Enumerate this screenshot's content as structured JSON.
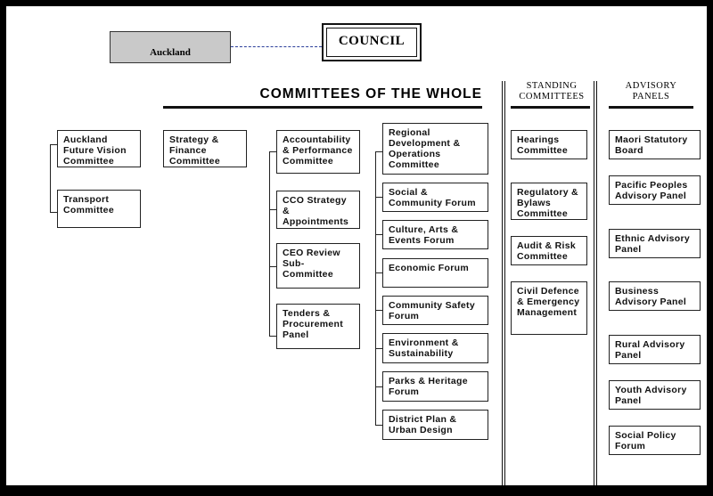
{
  "top": {
    "council": "COUNCIL",
    "auckland": "Auckland"
  },
  "headings": {
    "committees_of_the_whole": "COMMITTEES OF THE WHOLE",
    "standing_line1": "STANDING",
    "standing_line2": "COMMITTEES",
    "advisory_line1": "ADVISORY",
    "advisory_line2": "PANELS"
  },
  "group_a": [
    "Auckland Future Vision Committee",
    "Transport Committee"
  ],
  "group_b": [
    "Strategy & Finance Committee"
  ],
  "group_c": [
    "Accountability & Performance Committee",
    "CCO Strategy & Appointments",
    "CEO Review Sub-Committee",
    "Tenders & Procurement Panel"
  ],
  "group_d": [
    "Regional Development & Operations Committee",
    "Social & Community Forum",
    "Culture, Arts & Events Forum",
    "Economic Forum",
    "Community Safety Forum",
    "Environment & Sustainability",
    "Parks & Heritage Forum",
    "District Plan & Urban Design"
  ],
  "standing": [
    "Hearings Committee",
    "Regulatory & Bylaws Committee",
    "Audit & Risk Committee",
    "Civil Defence & Emergency Management"
  ],
  "advisory": [
    "Maori Statutory Board",
    "Pacific Peoples Advisory Panel",
    "Ethnic Advisory Panel",
    "Business Advisory Panel",
    "Rural Advisory Panel",
    "Youth Advisory Panel",
    "Social Policy Forum"
  ]
}
